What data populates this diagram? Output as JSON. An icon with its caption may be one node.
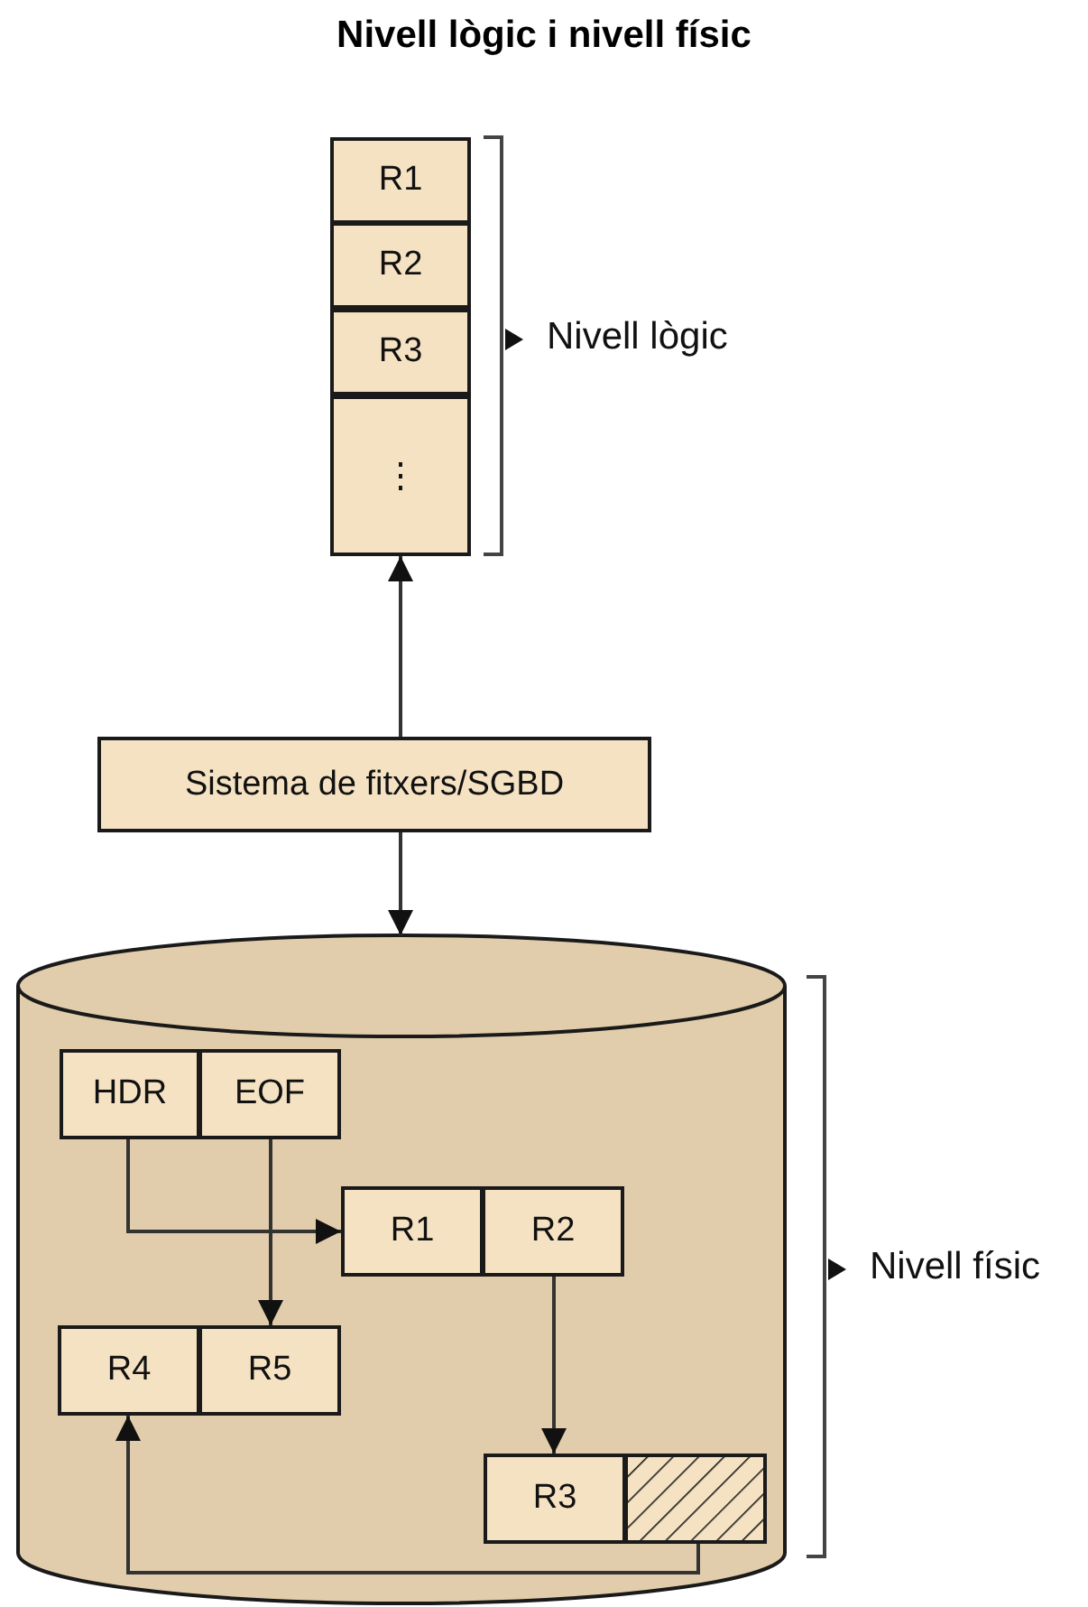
{
  "diagram": {
    "title": "Nivell lògic i nivell físic",
    "nodes": [
      {
        "text": [
          "R1"
        ]
      },
      {
        "text": [
          "R2"
        ]
      },
      {
        "text": [
          "R3"
        ]
      },
      {
        "text": [
          "⋮"
        ]
      },
      {
        "text": [
          "Sistema de fitxers/SGBD"
        ]
      },
      {
        "text": [],
        "shape": "cylinder"
      },
      {
        "text": [
          "HDR"
        ],
        "in": 5
      },
      {
        "text": [
          "EOF"
        ],
        "in": 5
      },
      {
        "text": [
          "R1"
        ],
        "in": 5
      },
      {
        "text": [
          "R2"
        ],
        "in": 5
      },
      {
        "text": [
          "R4"
        ],
        "in": 5
      },
      {
        "text": [
          "R5"
        ],
        "in": 5
      },
      {
        "text": [
          "R3"
        ],
        "in": 5
      },
      {
        "text": [],
        "shape": "box",
        "in": 5
      }
    ],
    "edges": [
      {
        "from": 4,
        "to": 3,
        "arrow": "to"
      },
      {
        "from": 4,
        "to": 5,
        "arrow": "to"
      },
      {
        "from": 6,
        "to": 8,
        "arrow": "to"
      },
      {
        "from": 7,
        "to": 11,
        "arrow": "to"
      },
      {
        "from": 9,
        "to": 12,
        "arrow": "to"
      },
      {
        "from": 13,
        "to": 10,
        "arrow": "to"
      }
    ],
    "labels": [
      "Nivell lògic",
      "Nivell físic"
    ]
  }
}
